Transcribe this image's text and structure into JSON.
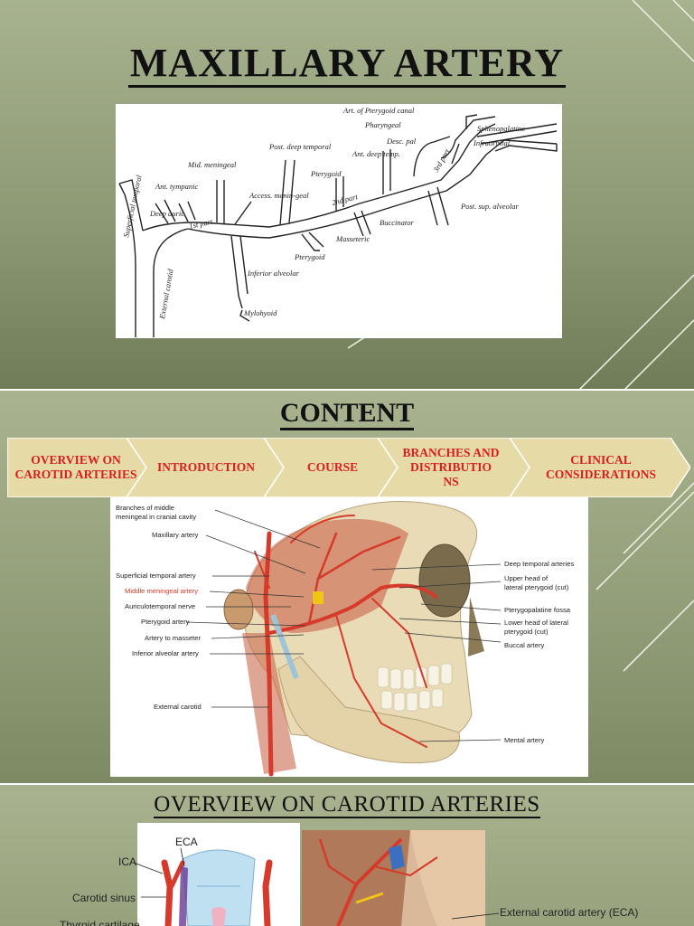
{
  "slide1": {
    "title": "MAXILLARY ARTERY",
    "diagram_labels": {
      "art_pterygoid_canal": "Art. of Pterygoid canal",
      "pharyngeal": "Pharyngeal",
      "sphenopalatine": "Sphenopalatine",
      "desc_pal": "Desc. pal",
      "infraorbital": "Infraorbital",
      "post_deep_temporal": "Post. deep temporal",
      "ant_deep_temp": "Ant. deep temp.",
      "third_part": "3rd part",
      "mid_meningeal": "Mid. meningeal",
      "pterygoid_upper": "Pterygoid",
      "ant_tympanic": "Ant. tympanic",
      "second_part": "2nd part",
      "post_sup_alveolar": "Post. sup. alveolar",
      "superficial_temporal": "Superficial temporal",
      "deep_auric": "Deep auric",
      "access_meningeal": "Access. menin-geal",
      "first_part": "1st part",
      "buccinator": "Buccinator",
      "masseteric": "Masseteric",
      "pterygoid_lower": "Pterygoid",
      "external_carotid": "External carotid",
      "inferior_alveolar": "Inferior alveolar",
      "mylohyoid": "Mylohyoid"
    }
  },
  "slide2": {
    "title": "CONTENT",
    "steps": [
      "OVERVIEW ON CAROTID ARTERIES",
      "INTRODUCTION",
      "COURSE",
      "BRANCHES AND DISTRIBUTIO NS",
      "CLINICAL CONSIDERATIONS"
    ],
    "left_labels": [
      "Branches of middle",
      "meningeal in cranial cavity",
      "Maxillary artery",
      "Superficial temporal artery",
      "Middle meningeal artery",
      "Auriculotemporal nerve",
      "Pterygoid artery",
      "Artery to masseter",
      "Inferior alveolar artery",
      "External carotid"
    ],
    "right_labels": [
      "Deep temporal arteries",
      "Upper head of",
      "lateral pterygoid (cut)",
      "Pterygopalatine fossa",
      "Lower head of lateral",
      "pterygoid (cut)",
      "Buccal artery",
      "Mental artery"
    ]
  },
  "slide3": {
    "title": "OVERVIEW ON CAROTID ARTERIES",
    "labels": {
      "eca": "ECA",
      "ica": "ICA",
      "carotid_sinus": "Carotid sinus",
      "thyroid_cartilage": "Thyroid cartilage",
      "external_carotid_artery": "External carotid artery (ECA)"
    }
  },
  "colors": {
    "slide_bg": "#9aa681",
    "chevron_fill": "#e6dba6",
    "chevron_text": "#d81e1e",
    "artery": "#d53a2b",
    "bone": "#e9dbb6"
  }
}
